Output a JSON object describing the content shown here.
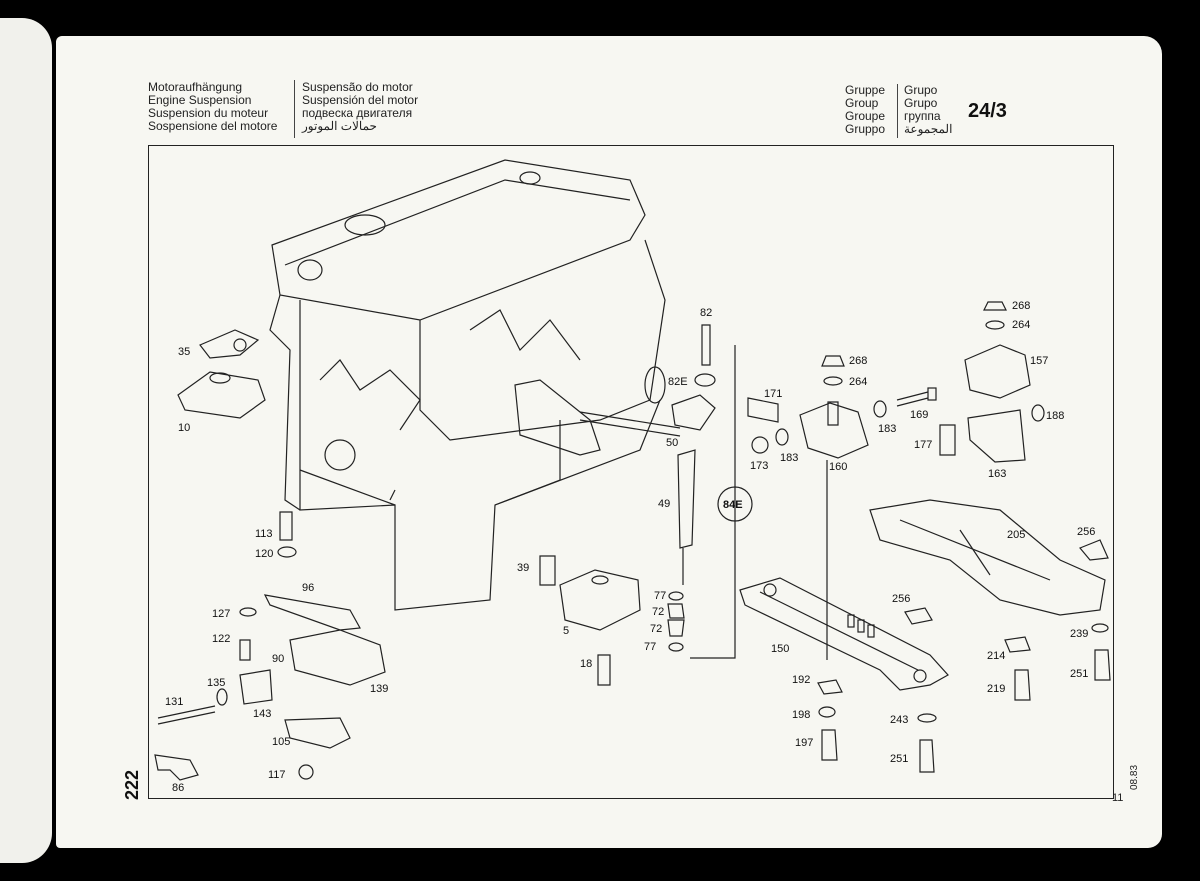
{
  "header": {
    "titles_col1": [
      "Motoraufhängung",
      "Engine Suspension",
      "Suspension du moteur",
      "Sospensione del motore"
    ],
    "titles_col2": [
      "Suspensão do motor",
      "Suspensión del motor",
      "подвеска двигателя",
      "حمالات الموتور"
    ],
    "group_col1": [
      "Gruppe",
      "Group",
      "Groupe",
      "Gruppo"
    ],
    "group_col2": [
      "Grupo",
      "Grupo",
      "группа",
      "المجموعة"
    ],
    "group_number": "24/3"
  },
  "side_number": "222",
  "date_code": "08.83",
  "page_number": "11",
  "callouts": [
    "35",
    "10",
    "82",
    "82E",
    "50",
    "49",
    "84E",
    "171",
    "173",
    "183",
    "268",
    "264",
    "160",
    "183",
    "169",
    "177",
    "188",
    "268",
    "264",
    "157",
    "163",
    "113",
    "120",
    "96",
    "127",
    "122",
    "90",
    "139",
    "135",
    "131",
    "143",
    "105",
    "117",
    "86",
    "39",
    "5",
    "18",
    "77",
    "72",
    "72",
    "77",
    "205",
    "256",
    "150",
    "256",
    "239",
    "214",
    "251",
    "219",
    "192",
    "198",
    "197",
    "243",
    "251"
  ]
}
